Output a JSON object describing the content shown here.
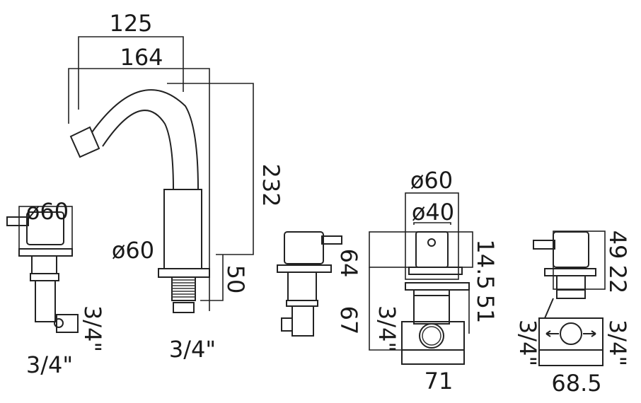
{
  "title": "Three-hole basin mixer and concealed valve dimension drawing",
  "spout": {
    "dim_reach_inner": "125",
    "dim_reach_outer": "164",
    "dim_height": "232",
    "dim_shank": "50",
    "dim_base_diameter": "ø60",
    "connection": "3/4\""
  },
  "left_valve": {
    "dim_diameter": "ø60",
    "connection_side": "3/4\"",
    "connection_bottom": "3/4\""
  },
  "concealed_valve": {
    "dim_plate_diameter": "ø60",
    "dim_handle_diameter": "ø40",
    "dim_upper": "64",
    "dim_lower": "67",
    "dim_plate": "14.5",
    "dim_depth": "51",
    "connection": "3/4\"",
    "dim_width": "71"
  },
  "side_valve": {
    "dim_upper": "49",
    "dim_mid": "22",
    "connection_left": "3/4\"",
    "connection_right": "3/4\"",
    "dim_width": "68.5"
  }
}
